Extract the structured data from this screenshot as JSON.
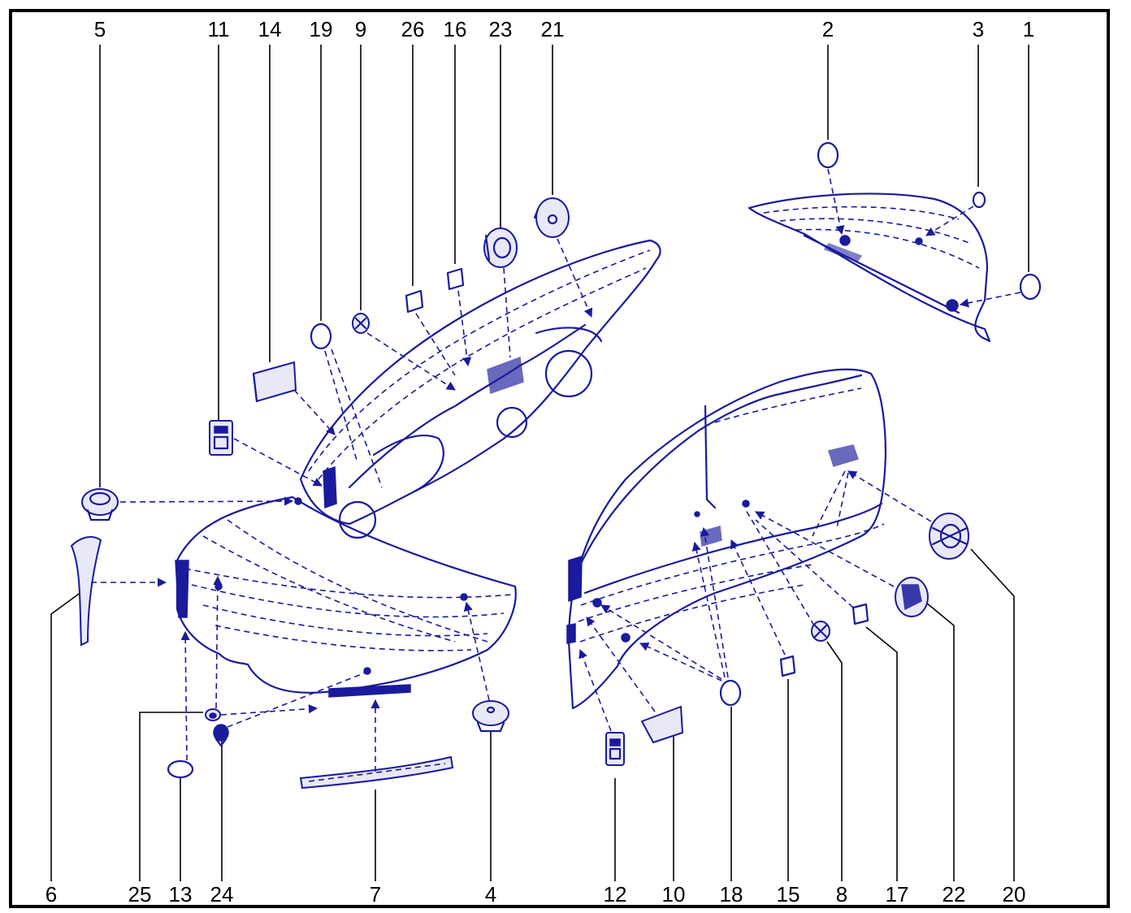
{
  "diagram": {
    "colors": {
      "parts": "#1a1a9c",
      "text": "#000000",
      "frame": "#000000",
      "background": "#ffffff"
    },
    "callouts_top": [
      "5",
      "11",
      "14",
      "19",
      "9",
      "26",
      "16",
      "23",
      "21",
      "2",
      "3",
      "1"
    ],
    "callouts_bottom": [
      "6",
      "25",
      "13",
      "24",
      "7",
      "4",
      "12",
      "10",
      "18",
      "15",
      "8",
      "17",
      "22",
      "20"
    ]
  }
}
